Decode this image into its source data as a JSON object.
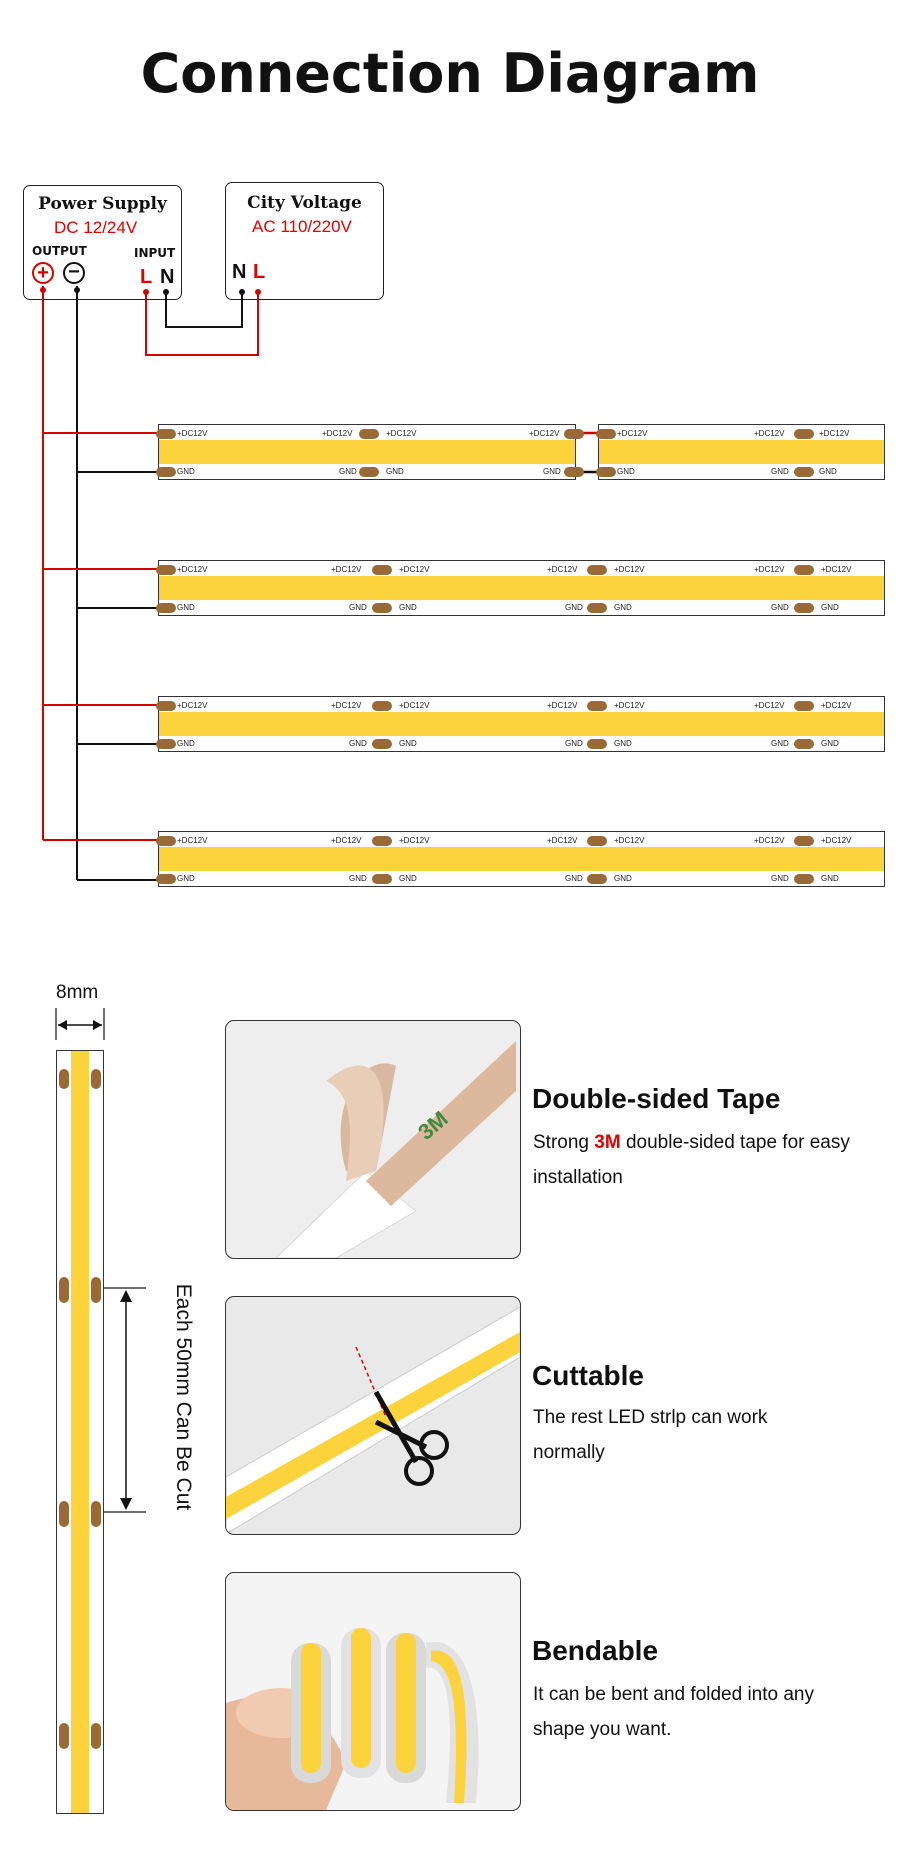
{
  "title": "Connection Diagram",
  "power_supply": {
    "title": "Power Supply",
    "voltage": "DC 12/24V",
    "output_label": "OUTPUT",
    "input_label": "INPUT",
    "plus": "+",
    "minus": "−",
    "l": "L",
    "n": "N"
  },
  "city_voltage": {
    "title": "City Voltage",
    "voltage": "AC 110/220V",
    "n": "N",
    "l": "L"
  },
  "strip_labels": {
    "positive": "+DC12V",
    "ground": "GND"
  },
  "dimension": {
    "width": "8mm",
    "cut_note": "Each 50mm Can Be Cut"
  },
  "features": [
    {
      "title": "Double-sided Tape",
      "desc_prefix": "Strong ",
      "desc_highlight": "3M",
      "desc_suffix": " double-sided tape for easy installation"
    },
    {
      "title": "Cuttable",
      "desc": "The rest LED strlp can work normally"
    },
    {
      "title": "Bendable",
      "desc": "It can be bent and folded into any shape you want."
    }
  ],
  "colors": {
    "wire_positive": "#d40000",
    "wire_negative": "#111111",
    "led": "#fcd23d",
    "pad": "#9a6a36",
    "accent": "#e00000"
  },
  "photo_tape": {
    "brand": "3M"
  }
}
